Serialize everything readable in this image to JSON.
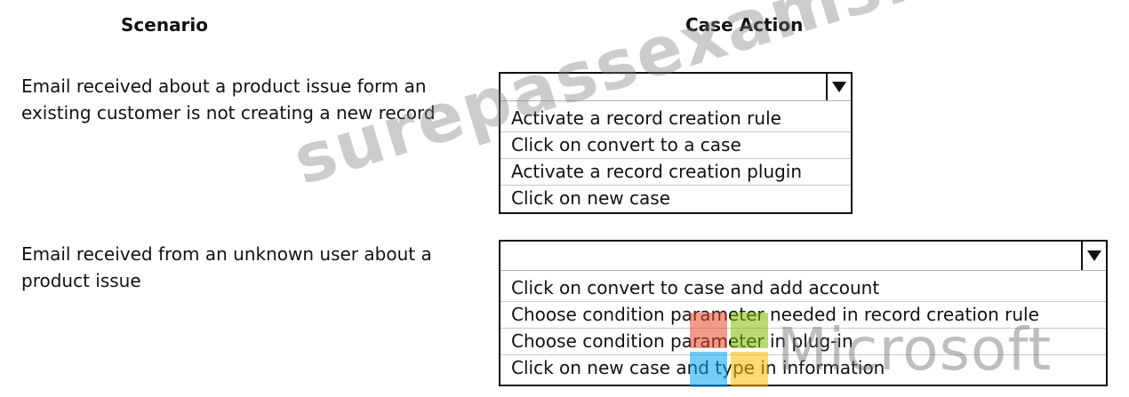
{
  "headers": {
    "scenario": "Scenario",
    "case_action": "Case Action"
  },
  "rows": [
    {
      "scenario": "Email received about a product issue form an existing customer is not creating a new record",
      "selected": "",
      "options": [
        "Activate a record creation rule",
        "Click on convert to a case",
        "Activate a record creation plugin",
        "Click on new case"
      ]
    },
    {
      "scenario": "Email received from an unknown user about a product issue",
      "selected": "",
      "options": [
        "Click on convert to case and add account",
        "Choose condition parameter needed in record creation rule",
        "Choose condition parameter in plug-in",
        "Click on new case and type in information"
      ]
    }
  ],
  "watermark": {
    "site": "surepassexams.com",
    "brand": "Microsoft"
  },
  "colors": {
    "ms_red": "#e8492b",
    "ms_green": "#7fba00",
    "ms_blue": "#00a4ef",
    "ms_yellow": "#ffb900"
  }
}
